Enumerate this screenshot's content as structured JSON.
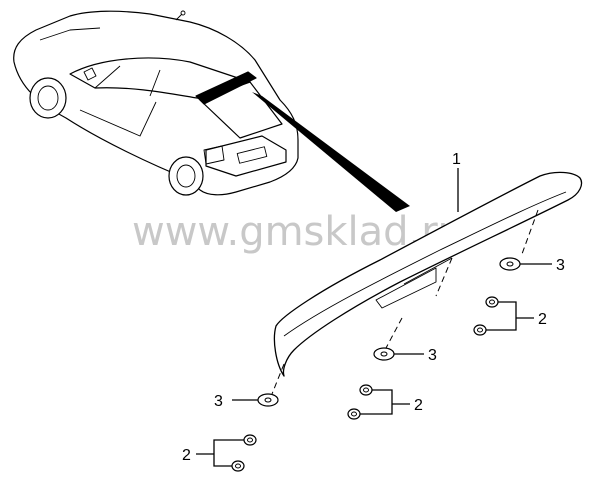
{
  "watermark": "www.gmsklad.ru",
  "callouts": {
    "spoiler": "1",
    "nut_right": "2",
    "nut_middle": "2",
    "nut_left": "2",
    "washer_right": "3",
    "washer_middle": "3",
    "washer_left": "3"
  }
}
